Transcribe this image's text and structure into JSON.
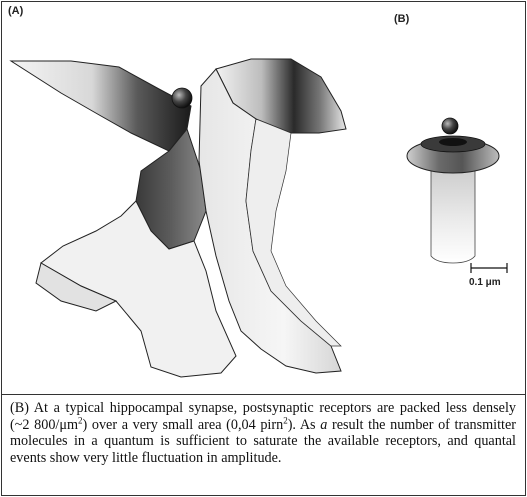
{
  "figure": {
    "panel_a_label": "(A)",
    "panel_b_label": "(B)",
    "scale_bar_label": "0.1 μm"
  },
  "caption": {
    "part1": "(B) At a typical hippocampal synapse, postsynaptic receptors are packed less densely (~2 800/μm",
    "sup1": "2",
    "part2": ") over a very small area (0,04 pirn",
    "sup2": "2",
    "part3": "). As ",
    "italic_word": "a",
    "part4": " result the number of transmitter molecules in a quantum is sufficient to saturate the available receptors, and quantal events show very little fluctuation in amplitude."
  }
}
